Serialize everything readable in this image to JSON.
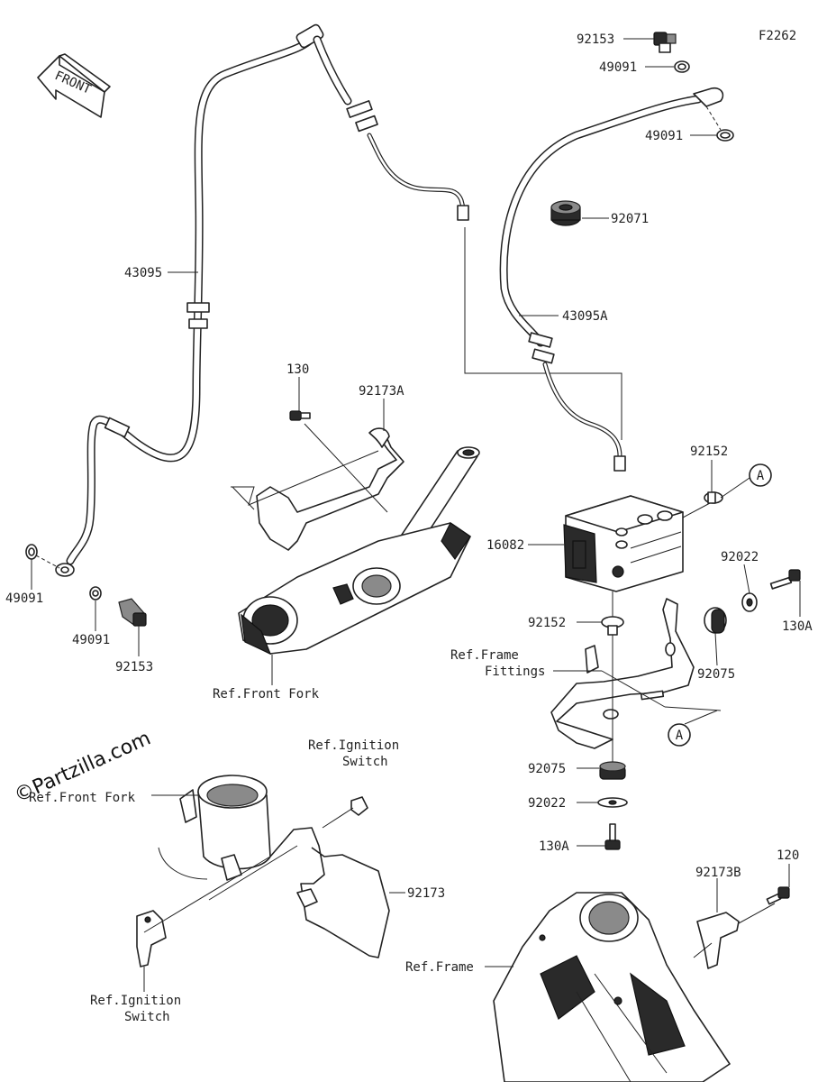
{
  "diagram_code": "F2262",
  "front_arrow_label": "FRONT",
  "watermark": "©Partzilla.com",
  "callouts": {
    "n92153_top": "92153",
    "n49091_top": "49091",
    "n49091_right": "49091",
    "n92071": "92071",
    "n43095": "43095",
    "n43095A": "43095A",
    "n130": "130",
    "n92173A": "92173A",
    "n92152_top": "92152",
    "marker_a_top": "A",
    "n16082": "16082",
    "n92022_right": "92022",
    "n130A_right": "130A",
    "n49091_left": "49091",
    "n49091_left2": "49091",
    "n92153_bottom": "92153",
    "n92152_mid": "92152",
    "ref_frame_fittings_line1": "Ref.Frame",
    "ref_frame_fittings_line2": "Fittings",
    "n92075_right": "92075",
    "ref_front_fork_upper": "Ref.Front Fork",
    "marker_a_bottom": "A",
    "ref_ignition_switch_top_line1": "Ref.Ignition",
    "ref_ignition_switch_top_line2": "Switch",
    "n92075_lower": "92075",
    "ref_front_fork_lower": "Ref.Front Fork",
    "n92022_lower": "92022",
    "n92173": "92173",
    "n130A_lower": "130A",
    "n120": "120",
    "n92173B": "92173B",
    "ref_frame": "Ref.Frame",
    "ref_ignition_switch_bottom_line1": "Ref.Ignition",
    "ref_ignition_switch_bottom_line2": "Switch"
  }
}
